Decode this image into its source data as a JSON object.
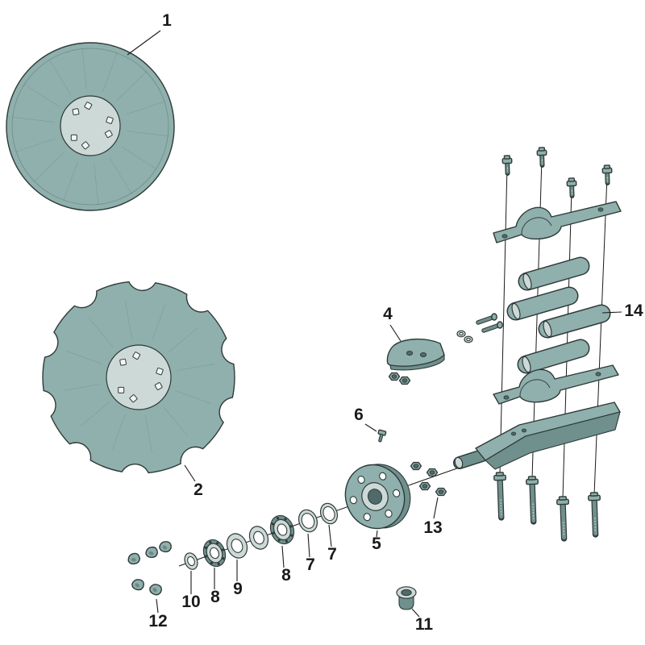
{
  "colors": {
    "part-fill": "#8fb0ad",
    "part-dark": "#6f908d",
    "part-darker": "#4f6a68",
    "part-light": "#cdd9d6",
    "outline": "#2e3a38",
    "ink": "#1a1a1a",
    "background": "#ffffff"
  },
  "labels": {
    "part1": "1",
    "part2": "2",
    "part4": "4",
    "part5": "5",
    "part6": "6",
    "part7_left": "7",
    "part7_right": "7",
    "part8_left": "8",
    "part8_right": "8",
    "part9": "9",
    "part10": "10",
    "part11": "11",
    "part12": "12",
    "part13": "13",
    "part14": "14"
  }
}
